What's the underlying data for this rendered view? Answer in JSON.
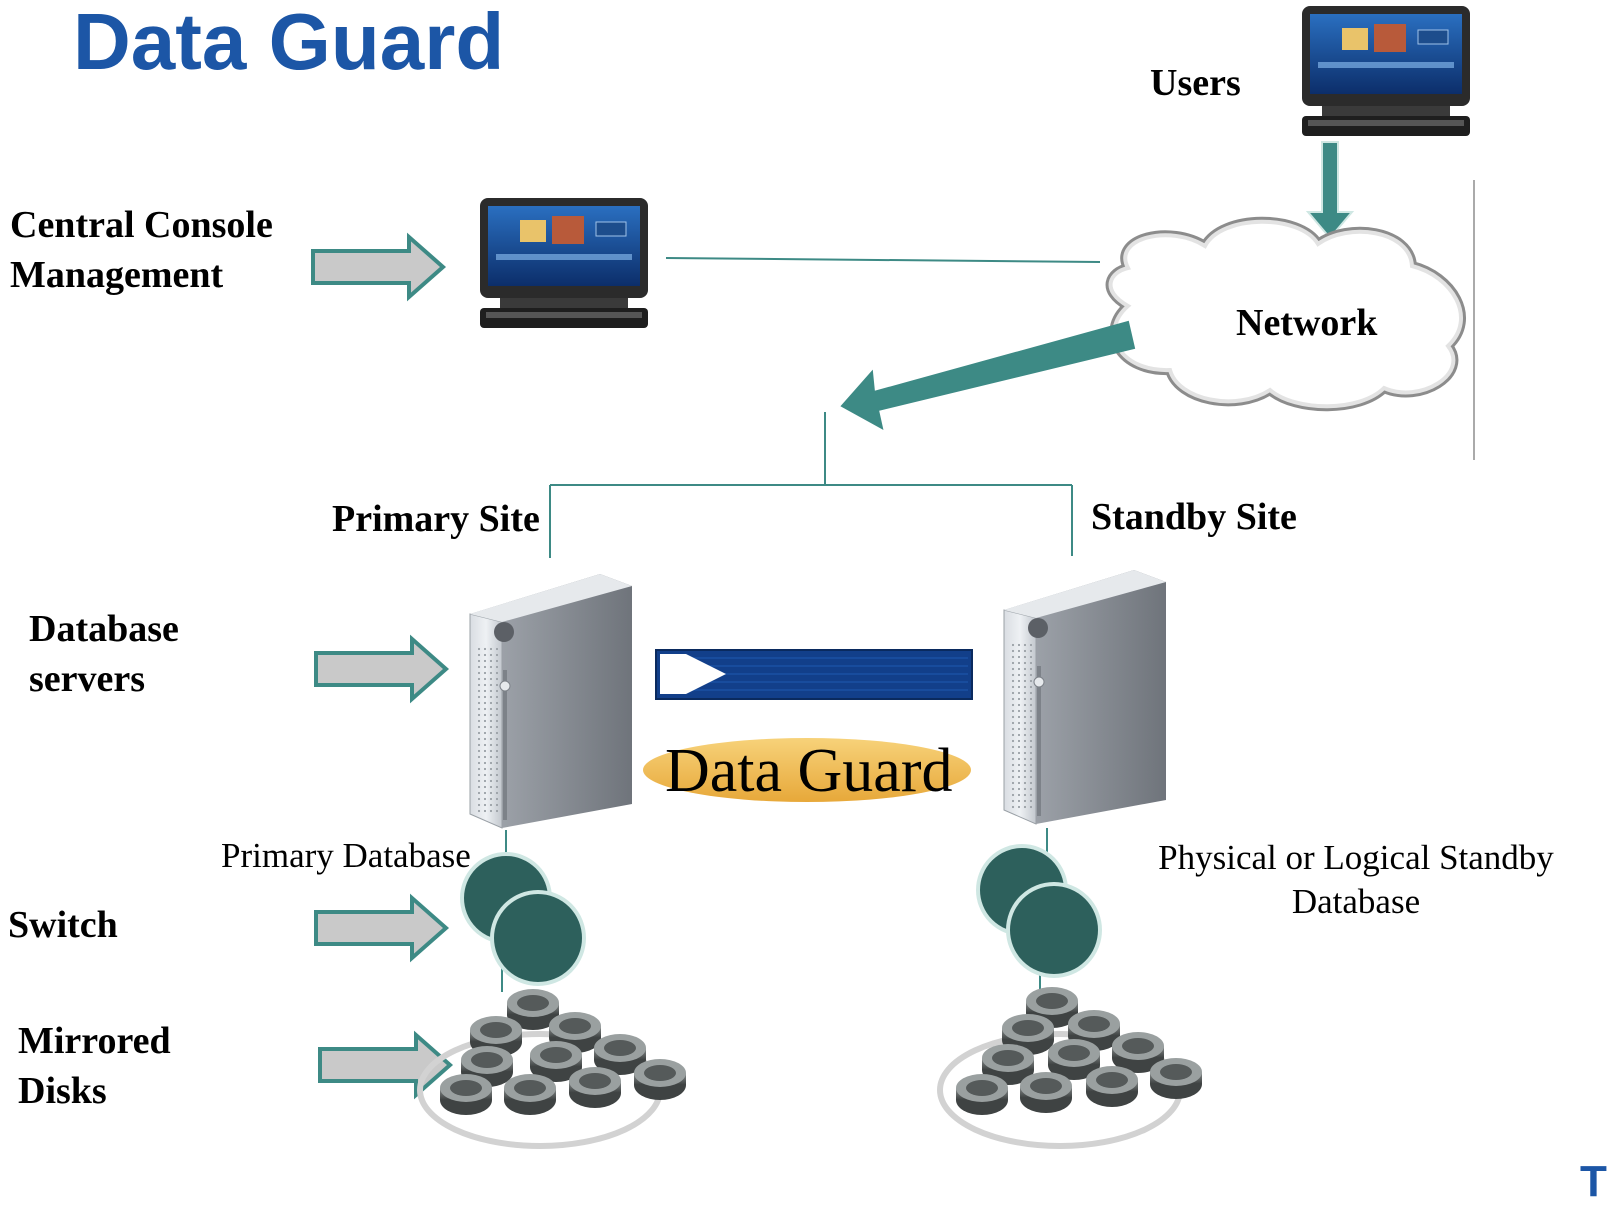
{
  "title": "Data Guard",
  "labels": {
    "users": "Users",
    "central_console": [
      "Central Console",
      "Management"
    ],
    "network": "Network",
    "primary_site": "Primary Site",
    "standby_site": "Standby Site",
    "database_servers": [
      "Database",
      "servers"
    ],
    "data_guard": "Data Guard",
    "primary_database": "Primary Database",
    "standby_database": [
      "Physical or Logical Standby",
      "Database"
    ],
    "switch": "Switch",
    "mirrored_disks": [
      "Mirrored",
      "Disks"
    ]
  },
  "logo_fragment": "T",
  "colors": {
    "title_blue": "#1c56a6",
    "teal": "#3d8a85",
    "dark_teal_disk": "#2d605c",
    "transfer_bar": "#123f8a",
    "data_guard_oval": "#f0b84a",
    "gray_arrow": "#c9c9c9"
  },
  "icons": [
    "monitor-icon",
    "cloud-icon",
    "server-icon",
    "disk-stack-icon",
    "switch-icon",
    "arrow-icon"
  ]
}
